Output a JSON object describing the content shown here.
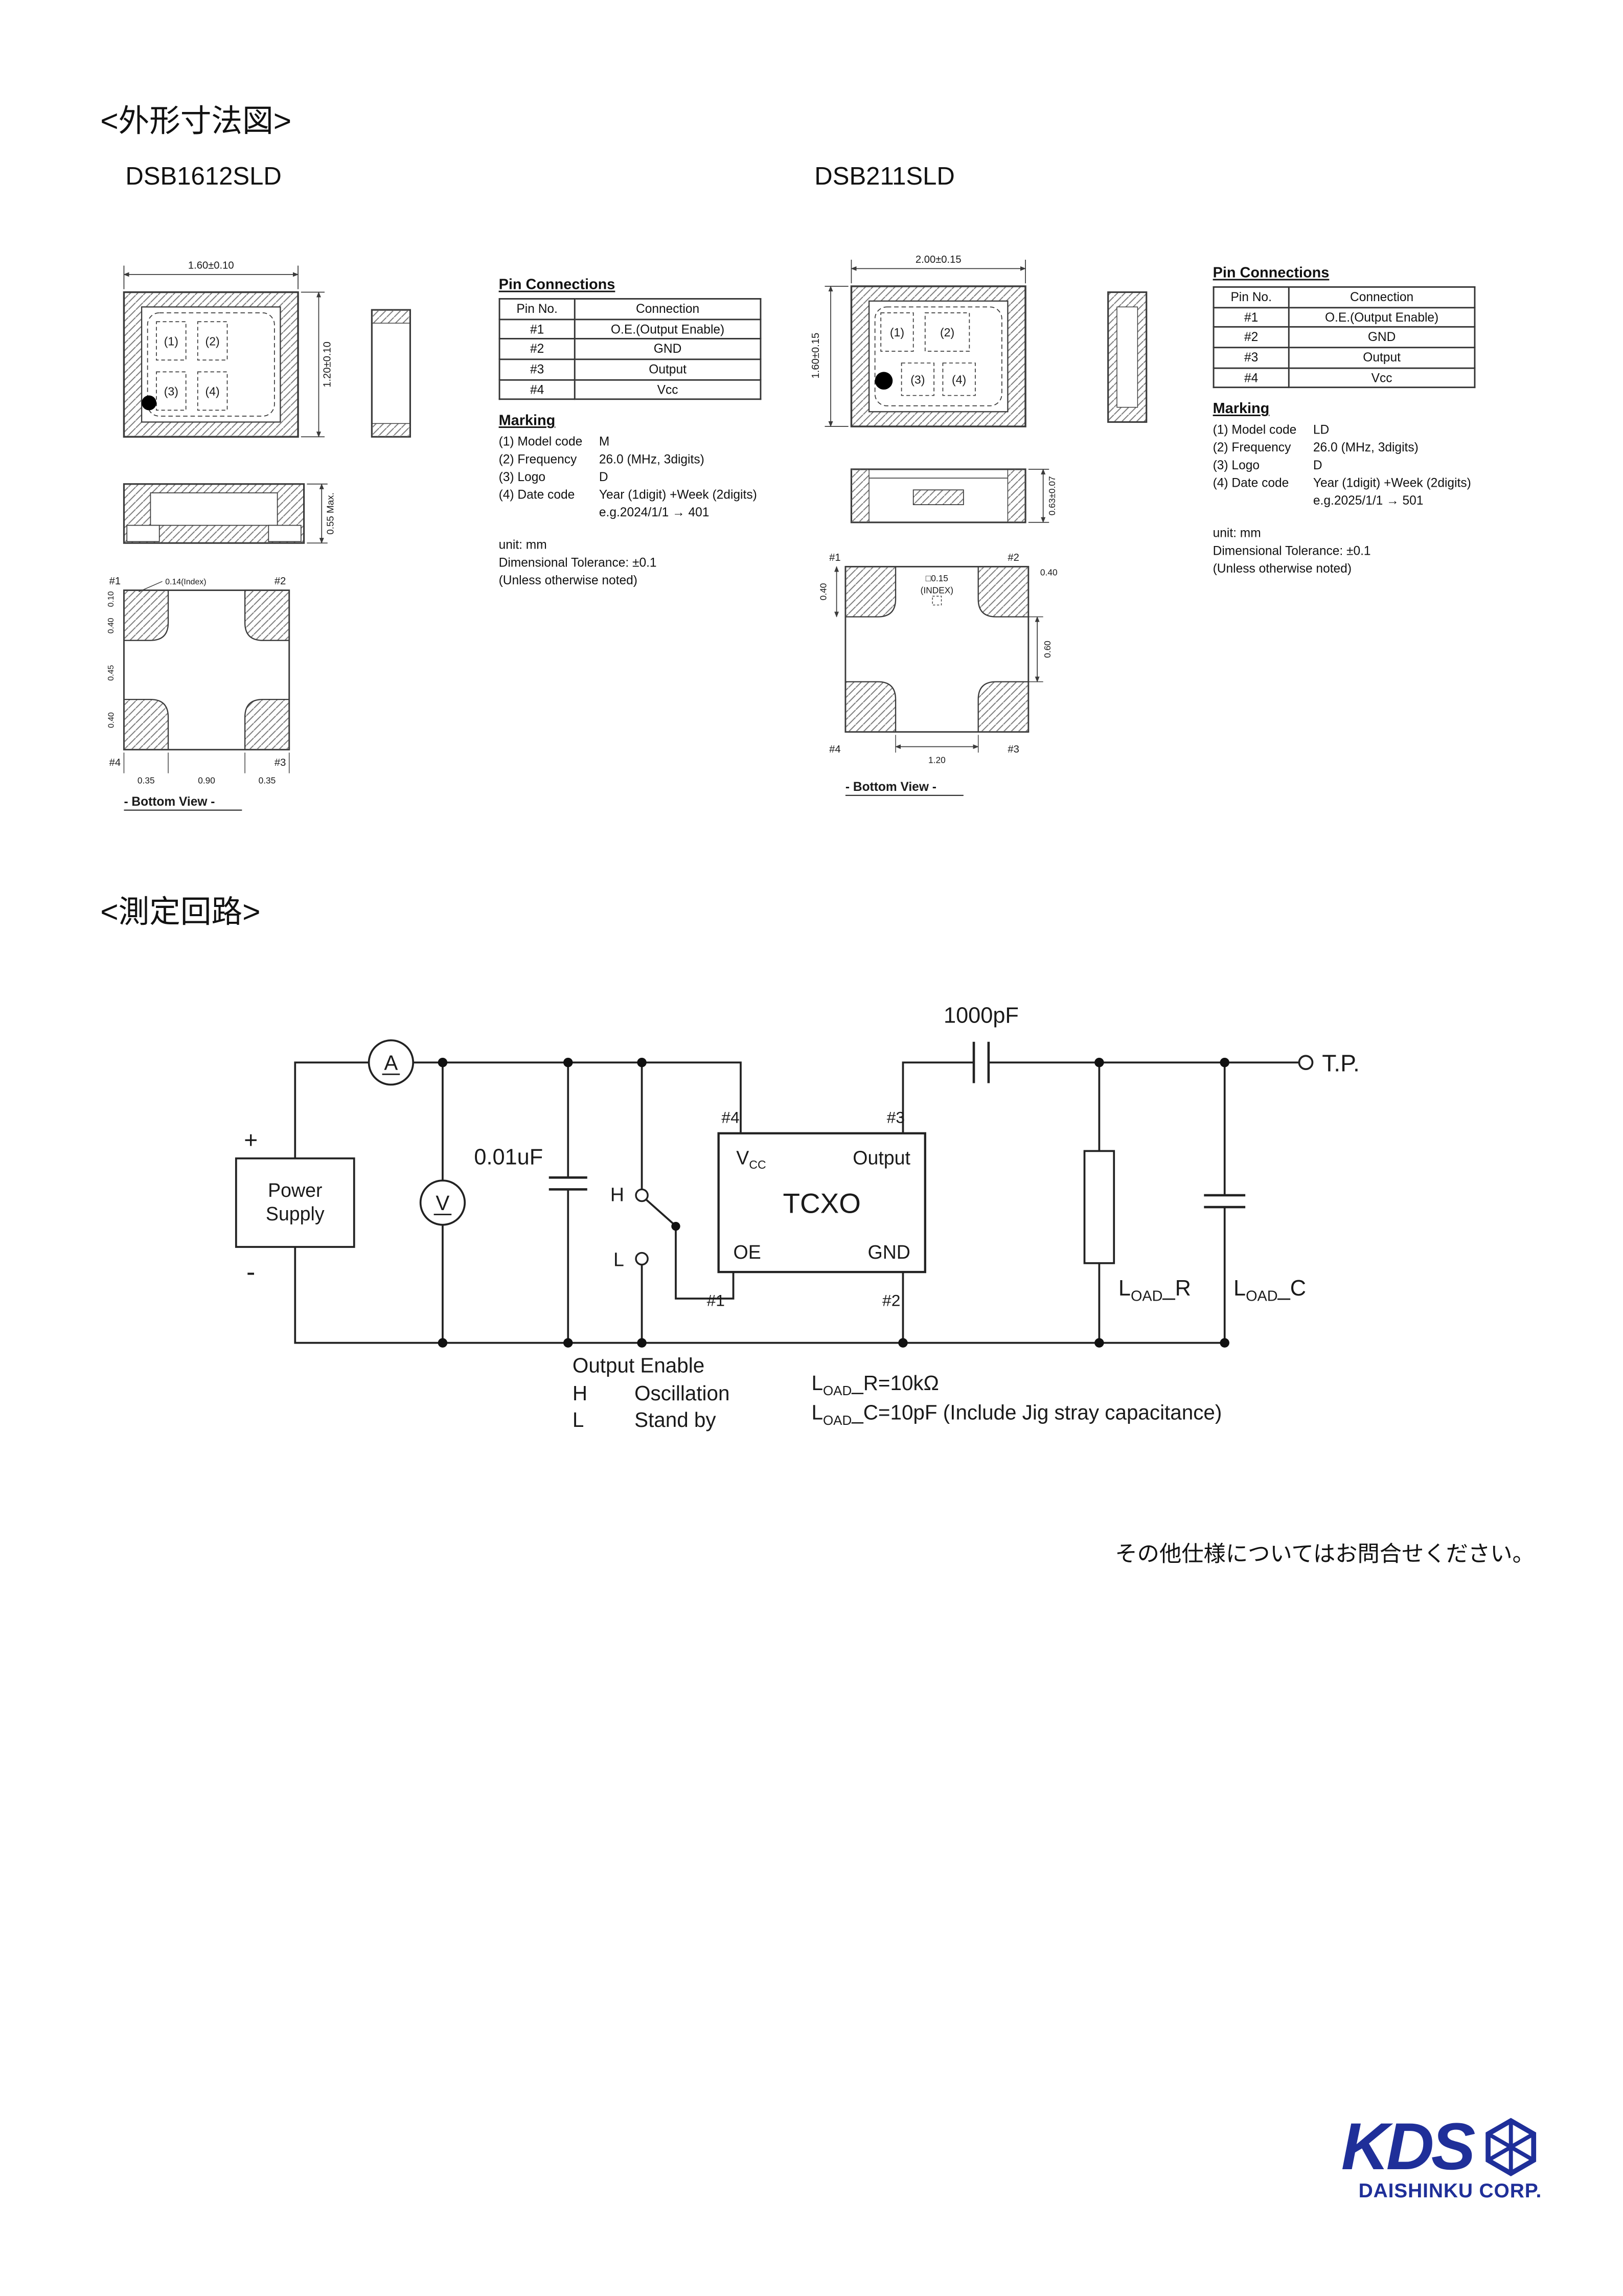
{
  "sections": {
    "dimensions_title": "<外形寸法図>",
    "circuit_title": "<測定回路>",
    "contact_note": "その他仕様についてはお問合せください。"
  },
  "parts": [
    {
      "name": "DSB1612SLD",
      "pin_connections": {
        "title": "Pin Connections",
        "col_pin": "Pin No.",
        "col_conn": "Connection",
        "rows": [
          {
            "pin": "#1",
            "conn": "O.E.(Output Enable)"
          },
          {
            "pin": "#2",
            "conn": "GND"
          },
          {
            "pin": "#3",
            "conn": "Output"
          },
          {
            "pin": "#4",
            "conn": "Vcc"
          }
        ]
      },
      "marking": {
        "title": "Marking",
        "rows": [
          {
            "label": "(1) Model code",
            "value": "M"
          },
          {
            "label": "(2) Frequency",
            "value": "26.0 (MHz, 3digits)"
          },
          {
            "label": "(3) Logo",
            "value": "D"
          },
          {
            "label": "(4) Date code",
            "value": "Year (1digit) +Week (2digits)"
          },
          {
            "label": "",
            "value": "e.g.2024/1/1 → 401"
          }
        ]
      },
      "notes": [
        "unit: mm",
        "Dimensional Tolerance: ±0.1",
        "(Unless otherwise noted)"
      ],
      "drawing": {
        "dim_width": "1.60±0.10",
        "dim_height": "1.20±0.10",
        "dim_thickness": "0.55 Max.",
        "index": "0.14(Index)",
        "dim_edge": "0.10",
        "side_dims": [
          "0.40",
          "0.45",
          "0.40"
        ],
        "bottom_dims": [
          "0.35",
          "0.90",
          "0.35"
        ],
        "pads": [
          "(1)",
          "(2)",
          "(3)",
          "(4)"
        ],
        "pins": [
          "#1",
          "#2",
          "#3",
          "#4"
        ],
        "bottom_view_label": "- Bottom View -"
      }
    },
    {
      "name": "DSB211SLD",
      "pin_connections": {
        "title": "Pin Connections",
        "col_pin": "Pin No.",
        "col_conn": "Connection",
        "rows": [
          {
            "pin": "#1",
            "conn": "O.E.(Output Enable)"
          },
          {
            "pin": "#2",
            "conn": "GND"
          },
          {
            "pin": "#3",
            "conn": "Output"
          },
          {
            "pin": "#4",
            "conn": "Vcc"
          }
        ]
      },
      "marking": {
        "title": "Marking",
        "rows": [
          {
            "label": "(1) Model code",
            "value": "LD"
          },
          {
            "label": "(2) Frequency",
            "value": "26.0 (MHz, 3digits)"
          },
          {
            "label": "(3) Logo",
            "value": "D"
          },
          {
            "label": "(4) Date code",
            "value": "Year (1digit) +Week (2digits)"
          },
          {
            "label": "",
            "value": "e.g.2025/1/1 → 501"
          }
        ]
      },
      "notes": [
        "unit: mm",
        "Dimensional Tolerance: ±0.1",
        "(Unless otherwise noted)"
      ],
      "drawing": {
        "dim_width": "2.00±0.15",
        "dim_height": "1.60±0.15",
        "dim_thickness": "0.63±0.07",
        "index_sq": "□0.15",
        "index_label": "(INDEX)",
        "dim_pad_top": "0.40",
        "dim_gap_right": "0.60",
        "dim_pad_left": "0.40",
        "dim_bottom": "1.20",
        "pads": [
          "(1)",
          "(2)",
          "(3)",
          "(4)"
        ],
        "pins": [
          "#1",
          "#2",
          "#3",
          "#4"
        ],
        "bottom_view_label": "- Bottom View -"
      }
    }
  ],
  "circuit": {
    "ammeter": "A",
    "voltmeter": "V",
    "plus": "+",
    "minus": "-",
    "power_supply_line1": "Power",
    "power_supply_line2": "Supply",
    "bypass_cap": "0.01uF",
    "coupling_cap": "1000pF",
    "test_point": "T.P.",
    "switch_h": "H",
    "switch_l": "L",
    "tcxo": {
      "vcc_main": "V",
      "vcc_sub": "CC",
      "output": "Output",
      "name": "TCXO",
      "oe": "OE",
      "gnd": "GND",
      "pin1": "#1",
      "pin2": "#2",
      "pin3": "#3",
      "pin4": "#4"
    },
    "load_r": {
      "main": "L",
      "sub": "OAD",
      "post": "_R"
    },
    "load_c": {
      "main": "L",
      "sub": "OAD",
      "post": "_C"
    },
    "legend": {
      "output_enable": "Output Enable",
      "h": "H",
      "h_desc": "Oscillation",
      "l": "L",
      "l_desc": "Stand by",
      "r_main": "L",
      "r_sub": "OAD",
      "r_post": "_R=10kΩ",
      "c_main": "L",
      "c_sub": "OAD",
      "c_post": "_C=10pF (Include Jig stray capacitance)"
    }
  },
  "logo": {
    "kds": "KDS",
    "company": "DAISHINKU CORP."
  }
}
